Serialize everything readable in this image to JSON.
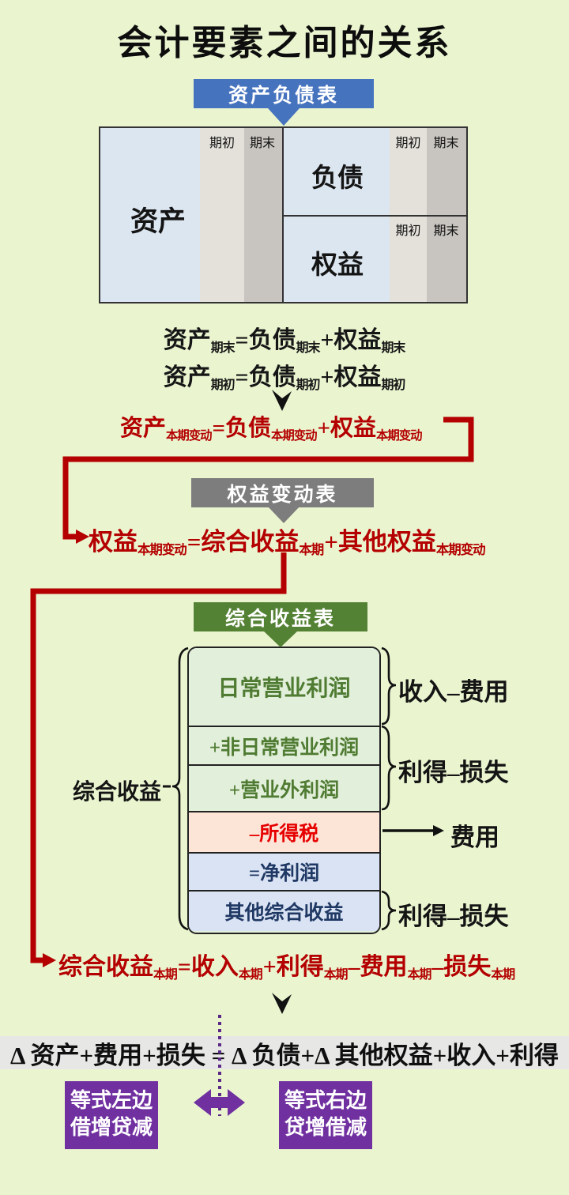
{
  "title": "会计要素之间的关系",
  "colors": {
    "background": "#eaf5d0",
    "blue_header": "#4673be",
    "gray_header": "#7d7d7d",
    "green_header": "#548235",
    "red_equation": "#b40000",
    "purple_accent": "#7030a0",
    "table_cell_blue": "#dce6f1",
    "stripe_light": "#e4e1db",
    "stripe_dark": "#c8c5c0",
    "row_green_bg": "#e2efda",
    "row_green_text": "#4f7b32",
    "row_pink_bg": "#fce4d6",
    "row_red_text": "#e60000",
    "row_blue_bg": "#dae3f3",
    "row_blue_text": "#1f3864",
    "band_bg": "#e7e7e5"
  },
  "balance_sheet": {
    "header": "资产负债表",
    "col_begin": "期初",
    "col_end": "期末",
    "assets": "资产",
    "liabilities": "负债",
    "equity": "权益"
  },
  "statements": {
    "equity_statement": "权益变动表",
    "income_statement": "综合收益表"
  },
  "equations": {
    "ending": [
      {
        "t": "资产"
      },
      {
        "sub": "期末"
      },
      {
        "t": "="
      },
      {
        "t": "负债"
      },
      {
        "sub": "期末"
      },
      {
        "t": "+"
      },
      {
        "t": "权益"
      },
      {
        "sub": "期末"
      }
    ],
    "beginning": [
      {
        "t": "资产"
      },
      {
        "sub": "期初"
      },
      {
        "t": "="
      },
      {
        "t": "负债"
      },
      {
        "sub": "期初"
      },
      {
        "t": "+"
      },
      {
        "t": "权益"
      },
      {
        "sub": "期初"
      }
    ],
    "bs_change": [
      {
        "t": "资产"
      },
      {
        "sub": "本期变动"
      },
      {
        "t": "="
      },
      {
        "t": "负债"
      },
      {
        "sub": "本期变动"
      },
      {
        "t": "+"
      },
      {
        "t": "权益"
      },
      {
        "sub": "本期变动"
      }
    ],
    "equity_change": [
      {
        "t": "权益"
      },
      {
        "sub": "本期变动"
      },
      {
        "t": "="
      },
      {
        "t": "综合收益"
      },
      {
        "sub": "本期"
      },
      {
        "t": "+"
      },
      {
        "t": "其他权益"
      },
      {
        "sub": "本期变动"
      }
    ],
    "comprehensive_income": [
      {
        "t": "综合收益"
      },
      {
        "sub": "本期"
      },
      {
        "t": "="
      },
      {
        "t": "收入"
      },
      {
        "sub": "本期"
      },
      {
        "t": "+"
      },
      {
        "t": "利得"
      },
      {
        "sub": "本期"
      },
      {
        "t": "–"
      },
      {
        "t": "费用"
      },
      {
        "sub": "本期"
      },
      {
        "t": "–"
      },
      {
        "t": "损失"
      },
      {
        "sub": "本期"
      }
    ]
  },
  "income_stack": {
    "left_label": "综合收益",
    "rows": [
      {
        "label": "日常营业利润"
      },
      {
        "label": "+非日常营业利润"
      },
      {
        "label": "+营业外利润"
      },
      {
        "label": "–所得税"
      },
      {
        "label": "=净利润"
      },
      {
        "label": "其他综合收益"
      }
    ],
    "annotations": {
      "revenue_expense": "收入–费用",
      "gains_losses_top": "利得–损失",
      "expense": "费用",
      "gains_losses_bottom": "利得–损失"
    }
  },
  "bottom": {
    "equation": "Δ 资产+费用+损失 = Δ 负债+Δ 其他权益+收入+利得",
    "left_box_line1": "等式左边",
    "left_box_line2": "借增贷减",
    "right_box_line1": "等式右边",
    "right_box_line2": "贷增借减"
  }
}
